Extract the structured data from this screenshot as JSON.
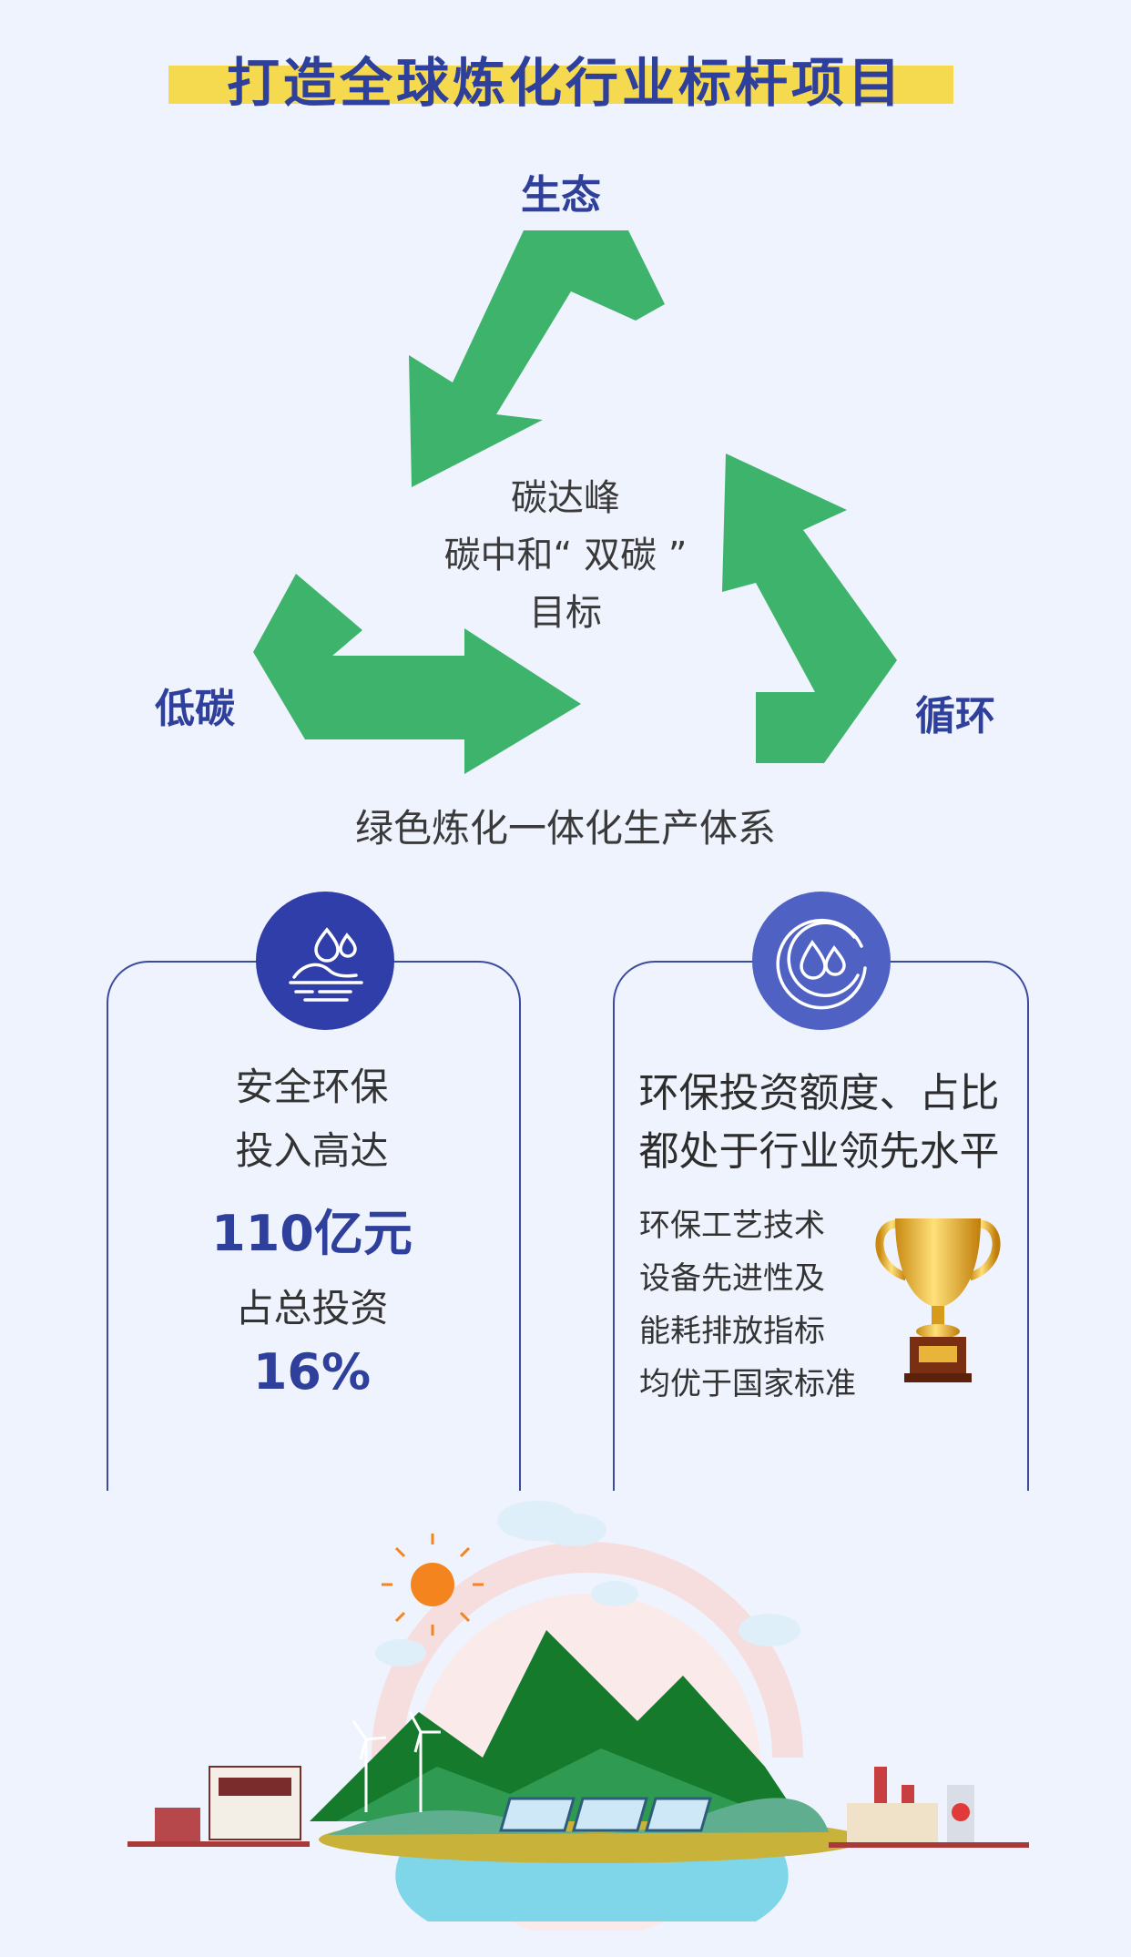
{
  "title": "打造全球炼化行业标杆项目",
  "cycle": {
    "top_label": "生态",
    "left_label": "低碳",
    "right_label": "循环",
    "center_lines": [
      "碳达峰",
      "碳中和“ 双碳 ”",
      "目标"
    ],
    "system": "绿色炼化一体化生产体系",
    "arrow_color": "#3db36b"
  },
  "card_left": {
    "icon": "water-drops-icon",
    "line1": "安全环保",
    "line2": "投入高达",
    "amount": "110亿元",
    "line3": "占总投资",
    "percent": "16%"
  },
  "card_right": {
    "icon": "water-drop-ring-icon",
    "headline1": "环保投资额度、占比",
    "headline2": "都处于行业领先水平",
    "points": [
      "环保工艺技术",
      "设备先进性及",
      "能耗排放指标",
      "均优于国家标准"
    ],
    "trophy_icon": "trophy-icon"
  },
  "colors": {
    "accent_blue": "#2f3f9c",
    "badge_left": "#2f3ea8",
    "badge_right": "#4f62c4",
    "title_highlight": "#f5d94e",
    "background": "#eef3fd"
  }
}
